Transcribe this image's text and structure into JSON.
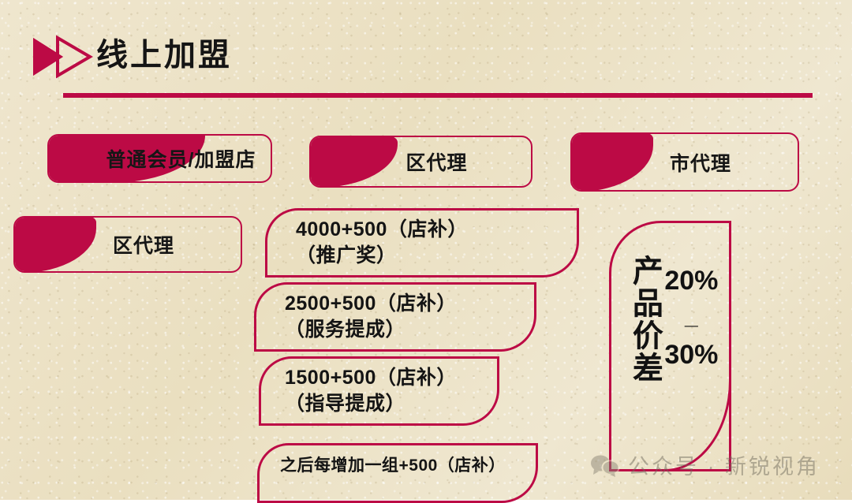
{
  "slide": {
    "title": "线上加盟",
    "background_color": "#ece1c4",
    "accent_color": "#bc0a45",
    "text_color": "#141414"
  },
  "header": {
    "arrow_icon": "double-triangle-right-icon",
    "title": "线上加盟",
    "rule_color": "#bc0a45"
  },
  "tier_pills": [
    {
      "label": "普通会员/加盟店"
    },
    {
      "label": "区代理"
    },
    {
      "label": "市代理"
    },
    {
      "label": "区代理"
    }
  ],
  "tier_boxes": [
    {
      "line1": "4000+500（店补）",
      "line2": "（推广奖）"
    },
    {
      "line1": "2500+500（店补）",
      "line2": "（服务提成）"
    },
    {
      "line1": "1500+500（店补）",
      "line2": "（指导提成）"
    },
    {
      "line1": "之后每增加一组+500（店补）",
      "line2": ""
    }
  ],
  "margin_panel": {
    "vertical_label": "产品价差",
    "percent_high": "20%",
    "separator": "_",
    "percent_low": "30%"
  },
  "watermark": {
    "icon": "wechat-bubbles-icon",
    "text": "公众号 · 新锐视角"
  }
}
